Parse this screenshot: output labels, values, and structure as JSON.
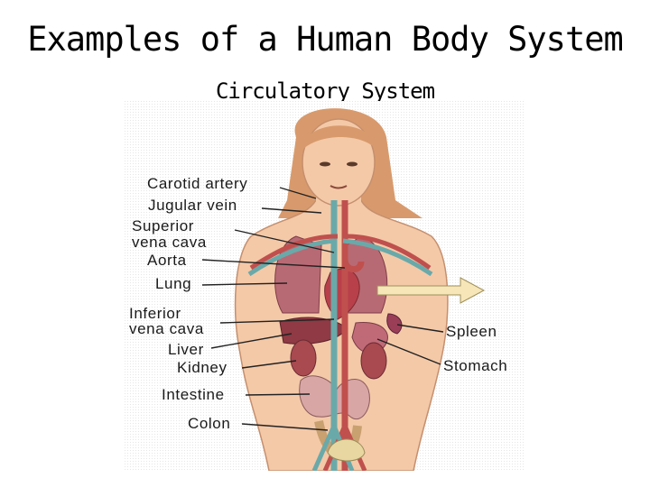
{
  "header": {
    "title": "Examples of a Human Body System",
    "subtitle": "Circulatory System"
  },
  "diagram": {
    "labels": {
      "carotid_artery": "Carotid artery",
      "jugular_vein": "Jugular vein",
      "superior_vena_cava_1": "Superior",
      "superior_vena_cava_2": "vena cava",
      "aorta": "Aorta",
      "lung": "Lung",
      "inferior_vena_cava_1": "Inferior",
      "inferior_vena_cava_2": "vena cava",
      "liver": "Liver",
      "kidney": "Kidney",
      "intestine": "Intestine",
      "colon": "Colon",
      "spleen": "Spleen",
      "stomach": "Stomach"
    },
    "colors": {
      "skin": "#f4c9a8",
      "hair": "#d89a6c",
      "artery": "#c0504d",
      "vein": "#6aa9a9",
      "organ": "#b0505a",
      "background": "#ffffff"
    }
  }
}
